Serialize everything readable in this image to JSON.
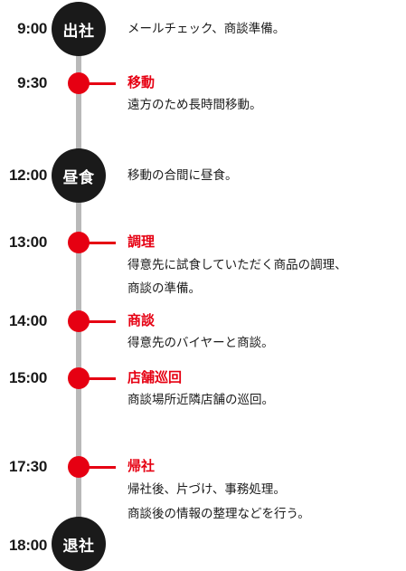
{
  "schedule": [
    {
      "time": "9:00",
      "badge": "出社",
      "description_lines": [
        "メールチェック、商談準備。"
      ]
    },
    {
      "time": "9:30",
      "title": "移動",
      "description_lines": [
        "遠方のため長時間移動。"
      ]
    },
    {
      "time": "12:00",
      "badge": "昼食",
      "description_lines": [
        "移動の合間に昼食。"
      ]
    },
    {
      "time": "13:00",
      "title": "調理",
      "description_lines": [
        "得意先に試食していただく商品の調理、",
        "商談の準備。"
      ]
    },
    {
      "time": "14:00",
      "title": "商談",
      "description_lines": [
        "得意先のバイヤーと商談。"
      ]
    },
    {
      "time": "15:00",
      "title": "店舗巡回",
      "description_lines": [
        "商談場所近隣店舗の巡回。"
      ]
    },
    {
      "time": "17:30",
      "title": "帰社",
      "description_lines": [
        "帰社後、片づけ、事務処理。",
        "商談後の情報の整理などを行う。"
      ]
    },
    {
      "time": "18:00",
      "badge": "退社",
      "description_lines": []
    }
  ],
  "colors": {
    "accent": "#e60012",
    "badge_bg": "#1a1a1a",
    "line": "#b9b9b9"
  }
}
